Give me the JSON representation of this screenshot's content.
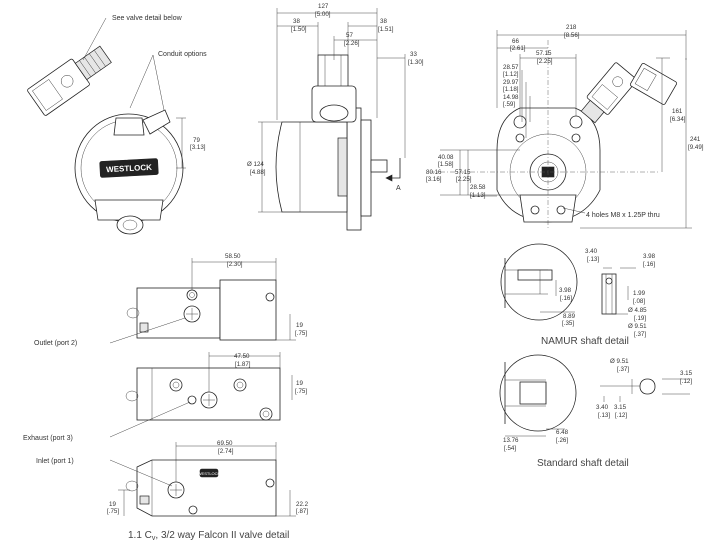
{
  "labels": {
    "valve_detail": "See valve detail below",
    "conduit": "Conduit options",
    "outlet": "Outlet (port 2)",
    "exhaust": "Exhaust (port 3)",
    "inlet": "Inlet (port 1)",
    "holes": "4 holes M8 x 1.25P thru",
    "namur": "NAMUR shaft detail",
    "standard": "Standard shaft detail",
    "caption_pre": "1.1 C",
    "caption_sub": "v",
    "caption_post": ", 3/2 way Falcon II valve detail",
    "section_a": "A",
    "brand": "WESTLOCK",
    "brand_small": "WESTLOCK"
  },
  "dims": {
    "front_79": "79",
    "front_79_in": "[3.13]",
    "side_127": "127",
    "side_127_in": "[5.00]",
    "side_38a": "38",
    "side_38a_in": "[1.50]",
    "side_38b": "38",
    "side_38b_in": "[1.51]",
    "side_57": "57",
    "side_57_in": "[2.26]",
    "side_33": "33",
    "side_33_in": "[1.30]",
    "side_124": "Ø 124",
    "side_124_in": "[4.88]",
    "top_218": "218",
    "top_218_in": "[8.56]",
    "top_66": "66",
    "top_66_in": "[2.61]",
    "top_5715a": "57.15",
    "top_5715a_in": "[2.25]",
    "top_2857a": "28.57",
    "top_2857a_in": "[1.12]",
    "top_2997": "29.97",
    "top_2997_in": "[1.18]",
    "top_1498": "14.98",
    "top_1498_in": "[.59]",
    "top_161": "161",
    "top_161_in": "[6.34]",
    "top_241": "241",
    "top_241_in": "[9.49]",
    "top_4008": "40.08",
    "top_4008_in": "[1.58]",
    "top_8016": "80.16",
    "top_8016_in": "[3.16]",
    "top_5715b": "57.15",
    "top_5715b_in": "[2.25]",
    "top_2858": "28.58",
    "top_2858_in": "[1.13]",
    "v_5850": "58.50",
    "v_5850_in": "[2.30]",
    "v_19a": "19",
    "v_19a_in": "[.75]",
    "v_4750": "47.50",
    "v_4750_in": "[1.87]",
    "v_19b": "19",
    "v_19b_in": "[.75]",
    "v_6950": "69.50",
    "v_6950_in": "[2.74]",
    "v_19c": "19",
    "v_19c_in": "[.75]",
    "v_222": "22.2",
    "v_222_in": "[.87]",
    "n_340": "3.40",
    "n_340_in": "[.13]",
    "n_398a": "3.98",
    "n_398a_in": "[.16]",
    "n_398b": "3.98",
    "n_398b_in": "[.16]",
    "n_889": "8.89",
    "n_889_in": "[.35]",
    "n_199": "1.99",
    "n_199_in": "[.08]",
    "n_485": "Ø 4.85",
    "n_485_in": "[.19]",
    "n_951": "Ø 9.51",
    "n_951_in": "[.37]",
    "s_648": "6.48",
    "s_648_in": "[.26]",
    "s_1376": "13.76",
    "s_1376_in": "[.54]",
    "s_951": "Ø 9.51",
    "s_951_in": "[.37]",
    "s_315a": "3.15",
    "s_315a_in": "[.12]",
    "s_340": "3.40",
    "s_340_in": "[.13]",
    "s_315b": "3.15",
    "s_315b_in": "[.12]"
  }
}
